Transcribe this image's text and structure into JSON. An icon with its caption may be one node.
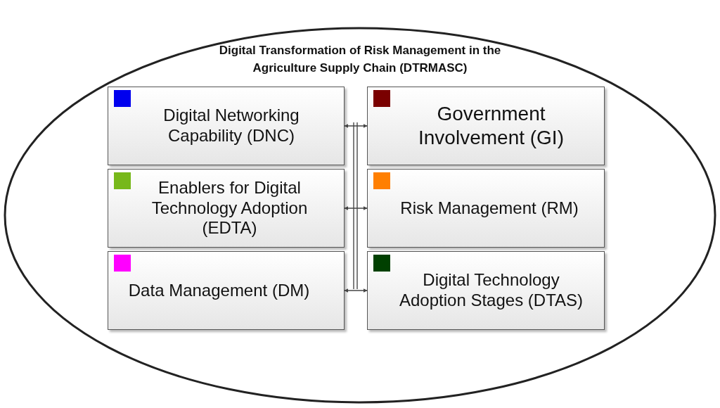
{
  "diagram": {
    "nodes": [
      {
        "text": [
          "Digital Transformation of Risk Management in the Agriculture Supply Chain (DTRMASC)"
        ]
      },
      {
        "text": [
          "Digital Networking Capability (DNC)"
        ],
        "in": 0
      },
      {
        "text": [
          "Government Involvement (GI)"
        ],
        "in": 0
      },
      {
        "text": [
          "Enablers for Digital Technology Adoption (EDTA)"
        ],
        "in": 0
      },
      {
        "text": [
          "Risk Management (RM)"
        ],
        "in": 0
      },
      {
        "text": [
          "Data Management (DM)"
        ],
        "in": 0
      },
      {
        "text": [
          "Digital Technology Adoption Stages (DTAS)"
        ],
        "in": 0
      }
    ],
    "edges": [
      {
        "from": 1,
        "to": 2,
        "arrow": "both"
      },
      {
        "from": 3,
        "to": 4,
        "arrow": "both"
      },
      {
        "from": 5,
        "to": 6,
        "arrow": "both"
      }
    ]
  }
}
